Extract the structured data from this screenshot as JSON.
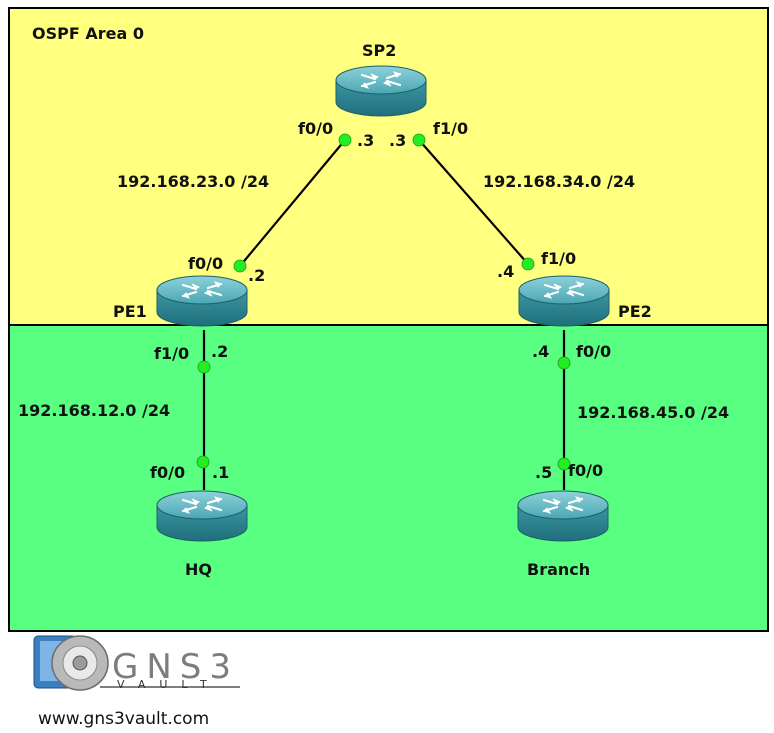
{
  "area": {
    "title": "OSPF Area 0"
  },
  "routers": {
    "sp2": "SP2",
    "pe1": "PE1",
    "pe2": "PE2",
    "hq": "HQ",
    "branch": "Branch"
  },
  "subnets": {
    "sp2_pe1": "192.168.23.0 /24",
    "sp2_pe2": "192.168.34.0 /24",
    "pe1_hq": "192.168.12.0 /24",
    "pe2_branch": "192.168.45.0 /24"
  },
  "interfaces": {
    "sp2_f00": "f0/0",
    "sp2_f00_ip": ".3",
    "sp2_f10": "f1/0",
    "sp2_f10_ip": ".3",
    "pe1_f00": "f0/0",
    "pe1_f00_ip": ".2",
    "pe1_f10": "f1/0",
    "pe1_f10_ip": ".2",
    "pe2_f10": "f1/0",
    "pe2_f10_ip": ".4",
    "pe2_f00": "f0/0",
    "pe2_f00_ip": ".4",
    "hq_f00": "f0/0",
    "hq_f00_ip": ".1",
    "branch_f00": "f0/0",
    "branch_f00_ip": ".5"
  },
  "logo": {
    "name": "GNS3",
    "tagline": "VAULT",
    "url": "www.gns3vault.com"
  },
  "colors": {
    "backbone_area": "#ffff80",
    "lan_area": "#59ff80",
    "link_dot": "#22ee22",
    "router_body": "#3e9aa6"
  }
}
